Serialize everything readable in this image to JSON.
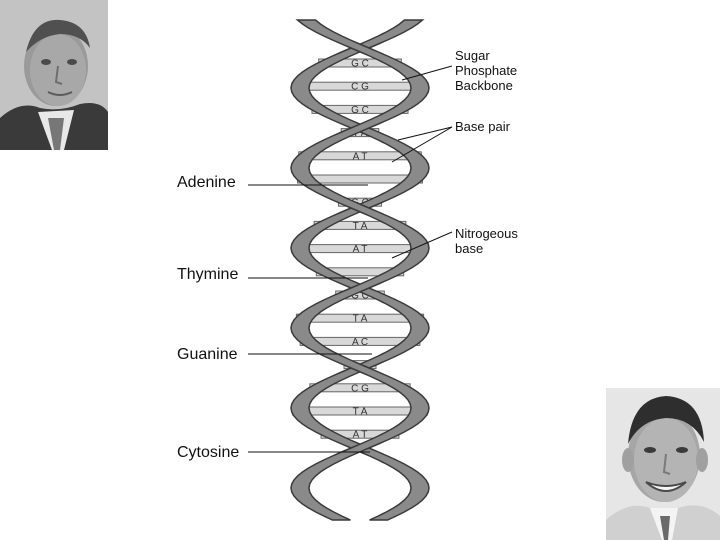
{
  "slide": {
    "background": "#ffffff",
    "text_color": "#111111",
    "strand_color": "#8a8a8a",
    "rung_color": "#d8d8d8"
  },
  "labels": {
    "sugar_phosphate_backbone": [
      "Sugar",
      "Phosphate",
      "Backbone"
    ],
    "base_pair": "Base pair",
    "nitrogeous_base": [
      "Nitrogeous",
      "base"
    ],
    "adenine": "Adenine",
    "thymine": "Thymine",
    "guanine": "Guanine",
    "cytosine": "Cytosine"
  },
  "base_pairs": [
    "G C",
    "C G",
    "G C",
    "T A",
    "A T",
    "",
    "G C",
    "T A",
    "A T",
    "",
    "G C",
    "T A",
    "A C",
    "",
    "C G",
    "T A",
    "A T"
  ],
  "portraits": {
    "top_left": "portrait-man-glasses",
    "bottom_right": "portrait-smiling-man"
  }
}
